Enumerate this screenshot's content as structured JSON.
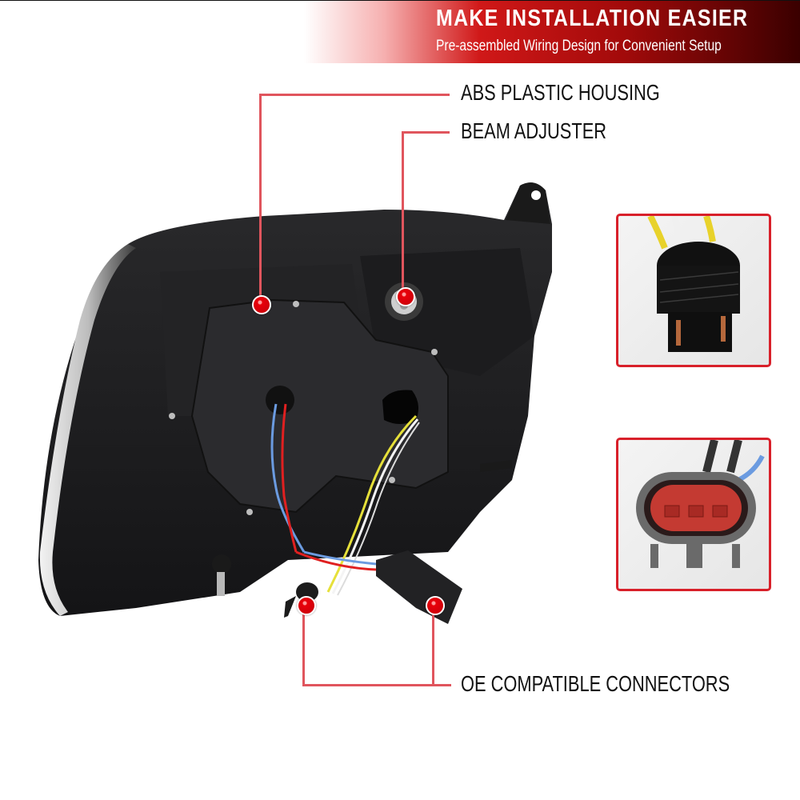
{
  "banner": {
    "title": "MAKE INSTALLATION EASIER",
    "subtitle": "Pre-assembled Wiring Design for Convenient Setup",
    "gradient_colors": [
      "#ffffff",
      "#d01818",
      "#3a0000"
    ]
  },
  "callouts": [
    {
      "label": "ABS PLASTIC HOUSING"
    },
    {
      "label": "BEAM ADJUSTER"
    },
    {
      "label": "OE COMPATIBLE CONNECTORS"
    }
  ],
  "images": {
    "main": "headlight-rear-view",
    "thumb_1": "bulb-socket-connector",
    "thumb_2": "three-pin-red-connector"
  },
  "colors": {
    "accent": "#d8202a",
    "callout_line": "#e0555d",
    "dot": "#e8000a",
    "housing": "#1e1e20"
  }
}
